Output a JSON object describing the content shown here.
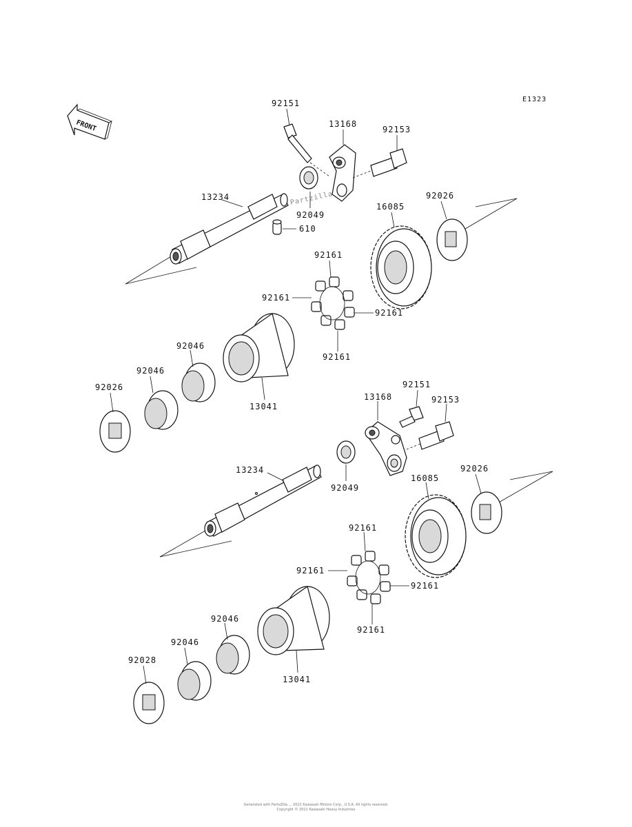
{
  "diagram_code": "E1323",
  "front_label": "FRONT",
  "watermark": "© Partzilla.com",
  "footer": {
    "line1": "Generated with PartsZilla ... 2021 Kawasaki Motors Corp., U.S.A. All rights reserved.",
    "line2": "Copyright © 2021 Kawasaki Heavy Industries"
  },
  "upper_assembly": {
    "bolt_top": "92151",
    "arm": "13168",
    "bolt_right": "92153",
    "shaft": "13234",
    "seal": "92049",
    "pin": "610",
    "gear": "16085",
    "washer_right": "92026",
    "damper_top": "92161",
    "damper_left": "92161",
    "damper_right": "92161",
    "damper_bottom": "92161",
    "bearing_a": "92046",
    "bearing_b": "92046",
    "hub": "13041",
    "washer_left": "92026"
  },
  "lower_assembly": {
    "arm": "13168",
    "bolt_top": "92151",
    "bolt_right": "92153",
    "shaft": "13234",
    "seal": "92049",
    "gear": "16085",
    "washer_right": "92026",
    "damper_top": "92161",
    "damper_left": "92161",
    "damper_right": "92161",
    "damper_bottom": "92161",
    "bearing_a": "92046",
    "bearing_b": "92046",
    "hub": "13041",
    "washer_left": "92028"
  }
}
